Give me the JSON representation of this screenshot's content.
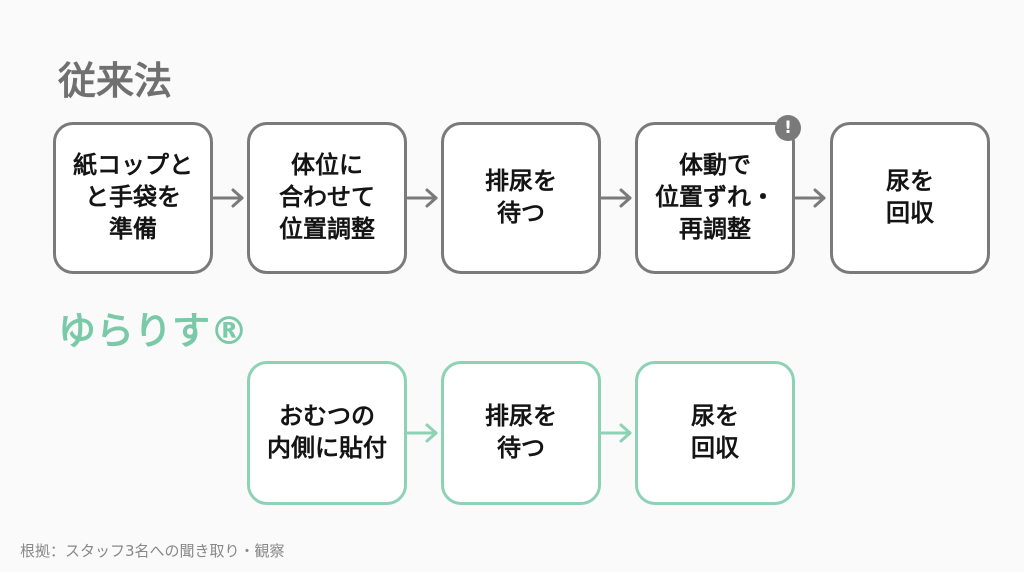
{
  "conventional": {
    "title": "従来法",
    "steps": [
      "紙コップと\nと手袋を\n準備",
      "体位に\n合わせて\n位置調整",
      "排尿を\n待つ",
      "体動で\n位置ずれ・\n再調整",
      "尿を\n回収"
    ],
    "warning_mark": "!"
  },
  "yurarisu": {
    "title": "ゆらりす®",
    "steps": [
      "おむつの\n内側に貼付",
      "排尿を\n待つ",
      "尿を\n回収"
    ]
  },
  "source_note": "根拠：スタッフ3名への聞き取り・観察",
  "colors": {
    "conventional_accent": "#7a7a7a",
    "yurarisu_accent": "#7ac9a9"
  }
}
